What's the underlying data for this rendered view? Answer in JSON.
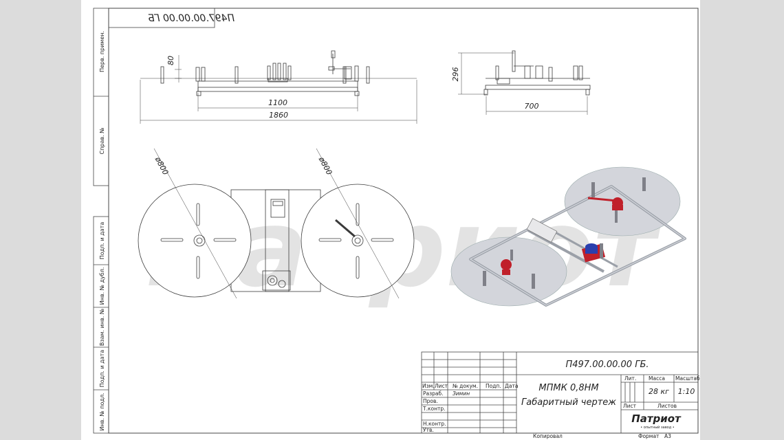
{
  "doc": {
    "code_top": "П497.00.00.00 ГБ",
    "code_block": "П497.00.00.00 ГБ.",
    "product": "МПМК 0,8НМ",
    "doc_title": "Габаритный чертеж",
    "mass": "28 кг",
    "scale": "1:10",
    "developer": "Зимин",
    "format_value": "А3"
  },
  "side_labels": [
    "Перв. примен.",
    "Справ. №",
    "Подп. и дата",
    "Инв. № дубл.",
    "Взам. инв. №",
    "Подп. и дата",
    "Инв. № подл."
  ],
  "stamp": {
    "headers": [
      "Изм.",
      "Лист",
      "№ докум.",
      "Подп.",
      "Дата"
    ],
    "rows": [
      "Разраб.",
      "Пров.",
      "Т.контр.",
      "Н.контр.",
      "Утв."
    ],
    "lit": "Лит.",
    "mass_label": "Масса",
    "scale_label": "Масштаб",
    "sheet_label": "Лист",
    "sheets_label": "Листов",
    "copied": "Копировал",
    "format_label": "Формат",
    "logo_text": "Патриот",
    "logo_sub": "• опытный завод •"
  },
  "dims": {
    "front_height": "80",
    "front_base": "1100",
    "front_total": "1860",
    "side_height": "296",
    "side_width": "700",
    "dia_left": "ø800",
    "dia_right": "ø800"
  },
  "watermark": "Патриот",
  "colors": {
    "line": "#3a3a3a",
    "red": "#c0202a",
    "blue": "#2a3fae",
    "disc": "#d3d5db",
    "frame": "#a9acb4"
  }
}
